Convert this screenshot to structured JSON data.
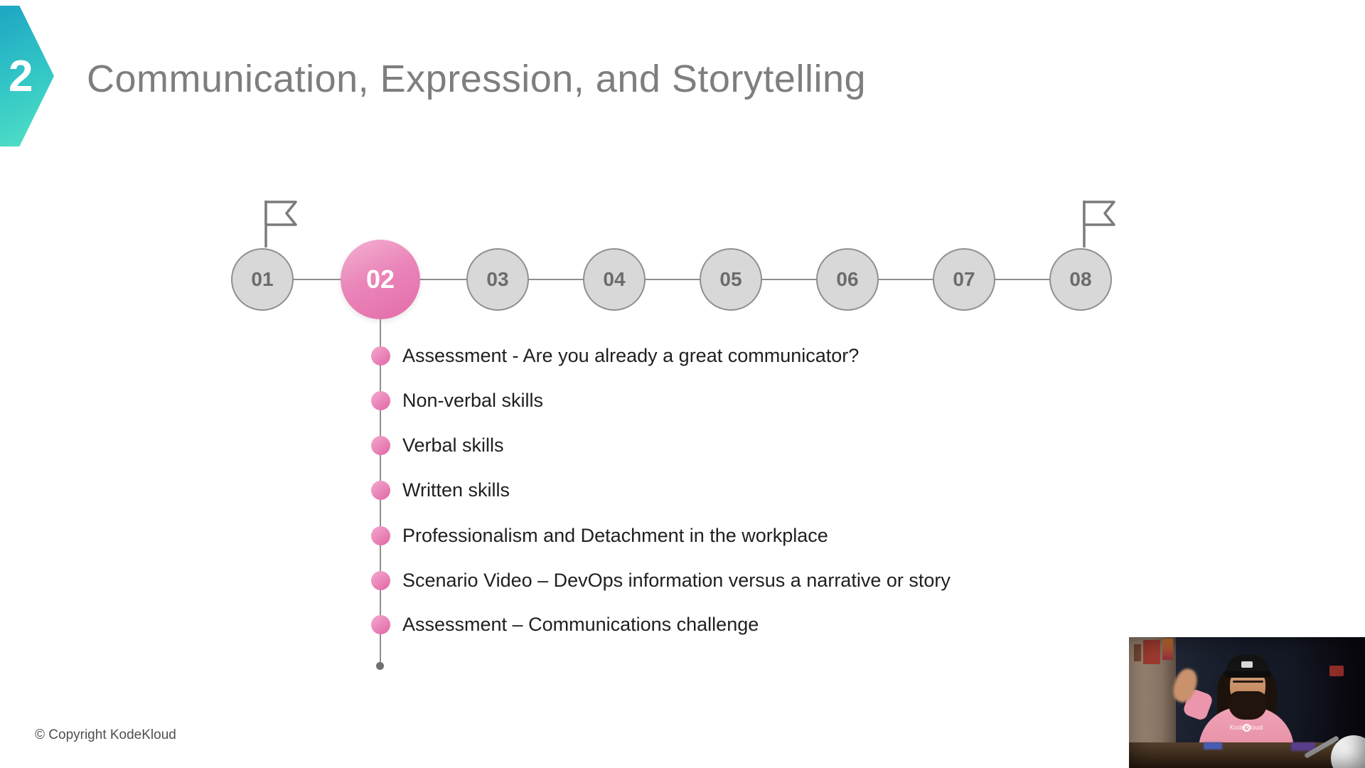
{
  "slide": {
    "chapter_number": "2",
    "title": "Communication, Expression, and Storytelling",
    "copyright": "© Copyright KodeKloud"
  },
  "timeline": {
    "active_step": "02",
    "steps": [
      {
        "label": "01",
        "active": false
      },
      {
        "label": "02",
        "active": true
      },
      {
        "label": "03",
        "active": false
      },
      {
        "label": "04",
        "active": false
      },
      {
        "label": "05",
        "active": false
      },
      {
        "label": "06",
        "active": false
      },
      {
        "label": "07",
        "active": false
      },
      {
        "label": "08",
        "active": false
      }
    ],
    "icons": {
      "milestone_start": "flag-icon",
      "milestone_end": "flag-icon",
      "topic_bullet": "dot-icon"
    }
  },
  "topics": [
    "Assessment - Are you already a great communicator?",
    "Non-verbal skills",
    "Verbal skills",
    "Written skills",
    "Professionalism and Detachment in the workplace",
    "Scenario Video – DevOps information versus a narrative or story",
    "Assessment – Communications challenge"
  ],
  "webcam": {
    "shirt_text": "KodeKloud"
  },
  "colors": {
    "accent_teal": "#2fbdc6",
    "accent_pink": "#e671ad",
    "inactive_circle": "#d8d8d8",
    "title_gray": "#7e7e7e"
  }
}
